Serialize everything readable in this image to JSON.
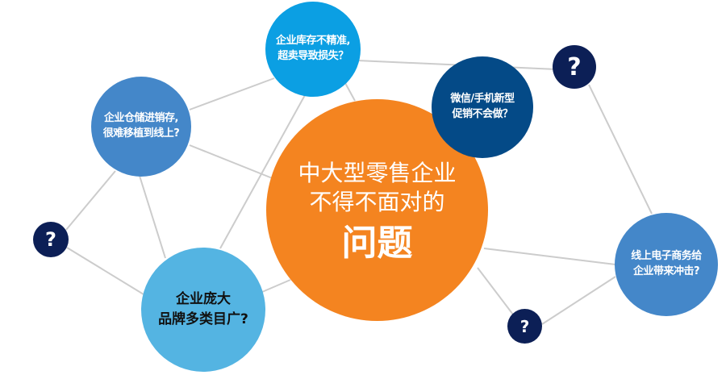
{
  "diagram": {
    "type": "network-bubble",
    "background": "#ffffff",
    "line_color": "#cccccc",
    "center": {
      "line1": "中大型零售企业",
      "line2": "不得不面对的",
      "line3": "问题",
      "color": "#f48420"
    },
    "nodes": [
      {
        "id": "inventory",
        "line1": "企业库存不精准,",
        "line2": "超卖导致损失？",
        "color": "#0b9fe3"
      },
      {
        "id": "warehouse",
        "line1": "企业仓储进销存,",
        "line2": "很难移植到线上?",
        "color": "#4487c9"
      },
      {
        "id": "wechat",
        "line1": "微信/手机新型",
        "line2": "促销不会做？",
        "color": "#044a87"
      },
      {
        "id": "brands",
        "line1": "企业庞大",
        "line2": "品牌多类目广?",
        "color": "#54b4e2"
      },
      {
        "id": "ecommerce",
        "line1": "线上电子商务给",
        "line2": "企业带来冲击?",
        "color": "#4487c9"
      }
    ],
    "question_marks": [
      {
        "id": "q-top-right",
        "glyph": "?",
        "color": "#0c1f56"
      },
      {
        "id": "q-left",
        "glyph": "?",
        "color": "#0c1f56"
      },
      {
        "id": "q-bottom",
        "glyph": "?",
        "color": "#0c1f56"
      }
    ]
  }
}
